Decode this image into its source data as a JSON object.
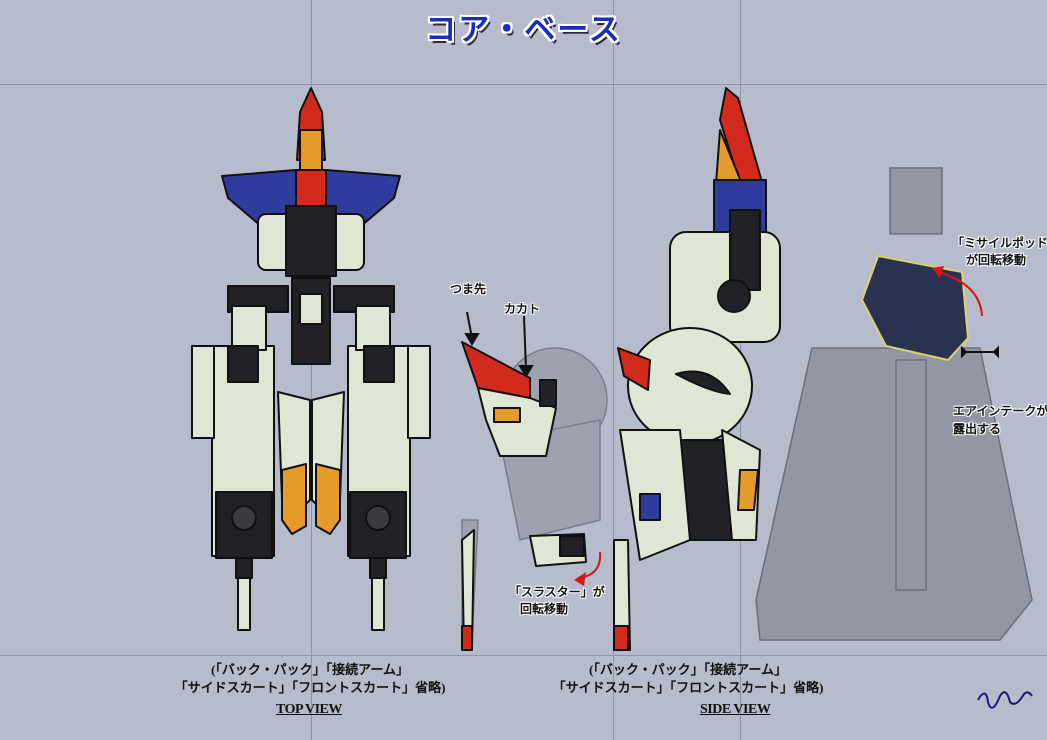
{
  "title": "コア・ベース",
  "annotations": {
    "tsumasaki": "つま先",
    "kakato": "カカト",
    "missile_pod_line1": "「ミサイルポッド」",
    "missile_pod_line2": "が回転移動",
    "air_intake_line1": "エアインテークが",
    "air_intake_line2": "露出する",
    "thruster_line1": "「スラスター」が",
    "thruster_line2": "回転移動"
  },
  "top_view": {
    "caption_line1": "(「バック・パック」「接続アーム」",
    "caption_line2": "「サイドスカート」「フロントスカート」省略)",
    "label": "TOP VIEW"
  },
  "side_view": {
    "caption_line1": "(「バック・パック」「接続アーム」",
    "caption_line2": "「サイドスカート」「フロントスカート」省略)",
    "label": "SIDE VIEW"
  },
  "colors": {
    "background": "#b7bccd",
    "title": "#1b2fb4",
    "armor_white": "#dfe6d3",
    "armor_blue": "#2f3c9e",
    "armor_red": "#d32a1e",
    "armor_yellow": "#e59a2c",
    "frame_black": "#222226",
    "ghost_gray": "#8d909c",
    "arrow_red": "#d21818"
  }
}
